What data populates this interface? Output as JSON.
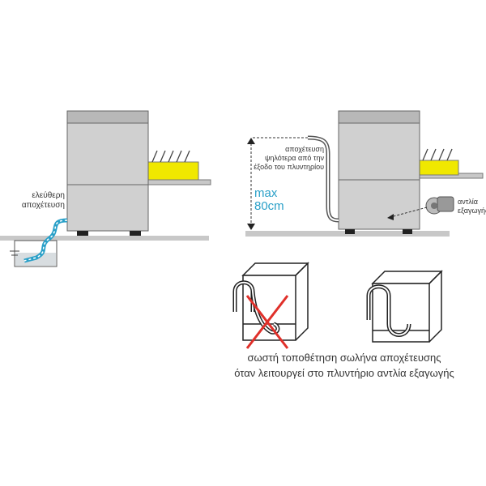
{
  "left_diagram": {
    "label_line1": "ελεύθερη",
    "label_line2": "αποχέτευση"
  },
  "right_diagram": {
    "drain_label_line1": "αποχέτευση",
    "drain_label_line2": "ψηλότερα από την",
    "drain_label_line3": "έξοδο του πλυντηρίου",
    "max_label": "max",
    "height_label": "80cm",
    "pump_label_line1": "αντλία",
    "pump_label_line2": "εξαγωγής"
  },
  "bottom_caption": {
    "line1": "σωστή τοποθέτηση σωλήνα αποχέτευσης",
    "line2": "όταν λειτουργεί στο πλυντήριο αντλία εξαγωγής"
  },
  "colors": {
    "accent": "#2aa0c8",
    "rack": "#f0e800",
    "cross": "#e0302a"
  }
}
